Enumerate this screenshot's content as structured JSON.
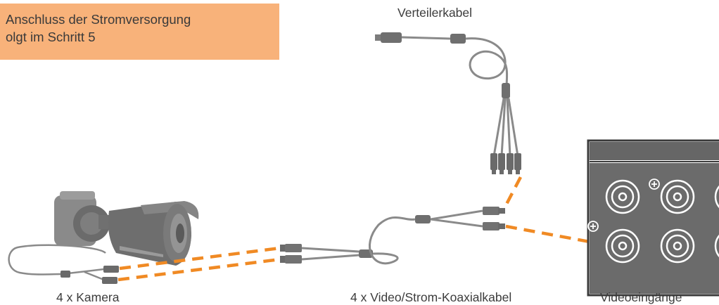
{
  "note": {
    "line1": "Anschluss der Stromversorgung",
    "line2": "olgt im Schritt 5"
  },
  "labels": {
    "splitter": "Verteilerkabel",
    "camera": "4 x Kamera",
    "coax": "4 x Video/Strom-Koaxialkabel",
    "inputs": "Videoeingänge"
  },
  "colors": {
    "note_background": "#f8b27a",
    "dashed_connection": "#f08a24",
    "device": "#6f6f6f",
    "cable": "#8a8a8a",
    "dvr_panel": "#6b6b6b"
  },
  "icons": {
    "camera": "bullet-camera-icon",
    "dvr": "dvr-bnc-panel-icon",
    "ground": "plus-circle-icon"
  }
}
